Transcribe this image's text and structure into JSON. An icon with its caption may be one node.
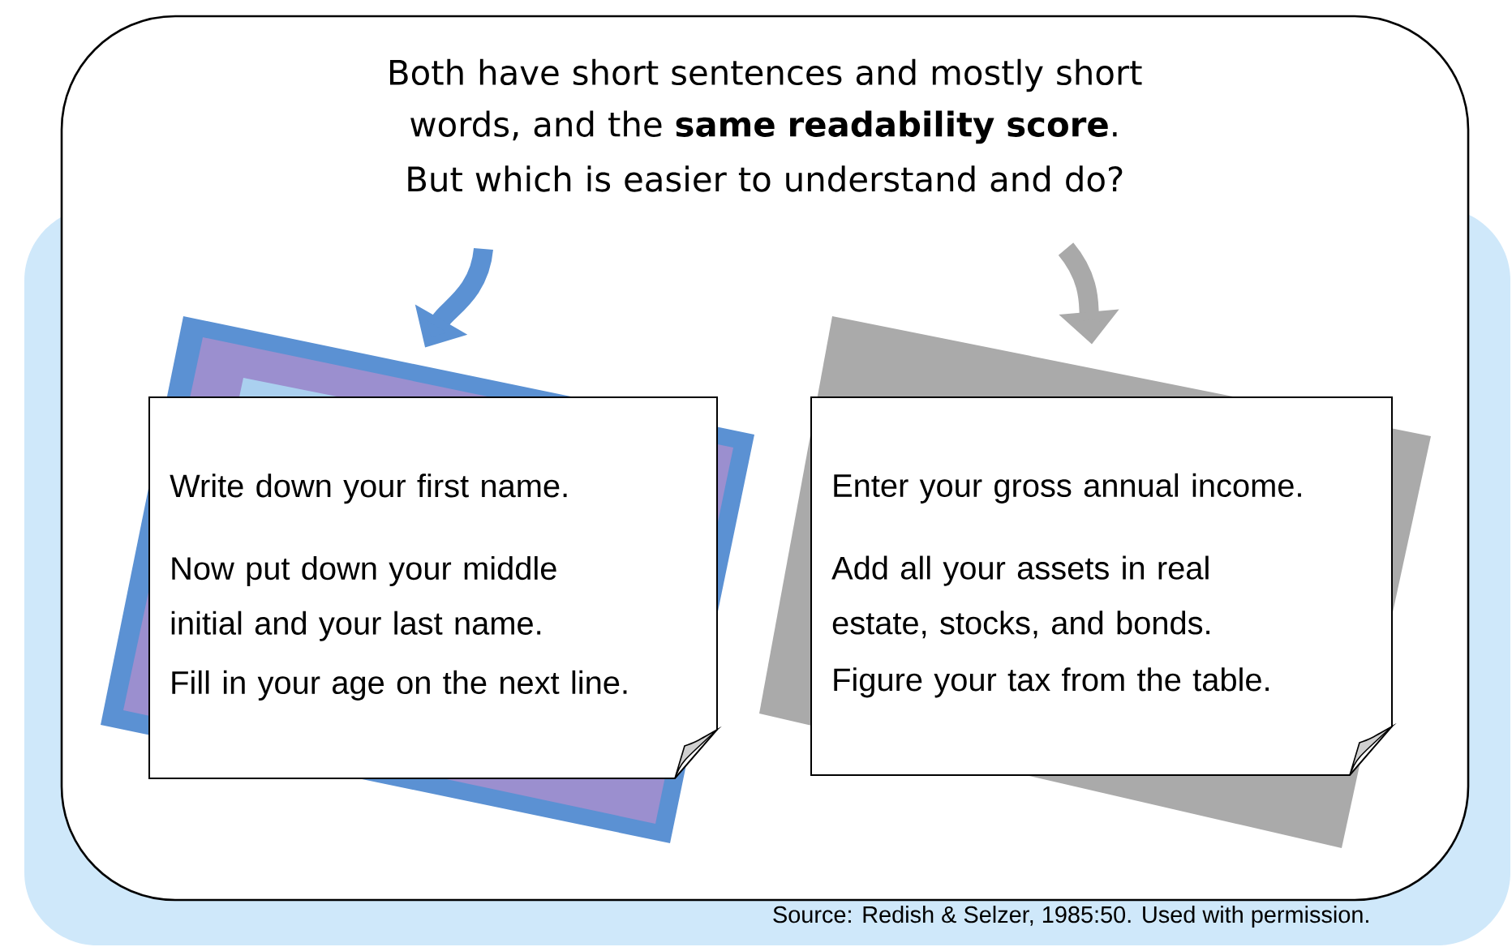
{
  "diagram": {
    "nodes": [
      {
        "text": [],
        "shape": "box"
      },
      {
        "text": [
          "Both have short sentences and mostly short words, and the **same readability score**.",
          "But which is easier to understand and do?"
        ],
        "in": 0
      },
      {
        "text": [
          "Write down your first name.",
          "Now put down your middle initial and your last name.",
          "Fill in your age on the next line."
        ],
        "in": 0
      },
      {
        "text": [
          "Enter your gross annual income.",
          "Add all your assets in real estate, stocks, and bonds.",
          "Figure your tax from the table."
        ],
        "in": 0
      }
    ],
    "edges": [
      {
        "from": 1,
        "to": 2,
        "arrow": "to",
        "color": "#5b91d3"
      },
      {
        "from": 1,
        "to": 3,
        "arrow": "to",
        "color": "#a9a9a9"
      }
    ],
    "labels": [
      "Source: Redish & Selzer, 1985:50. Used with permission."
    ]
  }
}
